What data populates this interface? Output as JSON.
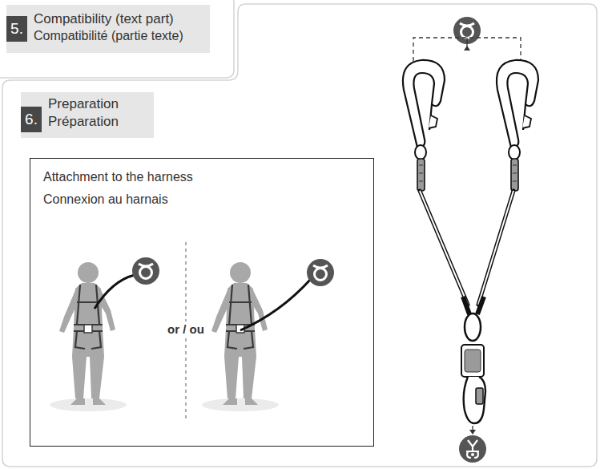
{
  "diagram": {
    "nodes": [
      {
        "text": [
          "5.",
          "Compatibility (text part)",
          "Compatibilité (partie texte)"
        ]
      },
      {
        "text": [
          "6.",
          "Preparation",
          "Préparation"
        ]
      },
      {
        "text": [
          "Attachment to the harness",
          "Connexion au harnais"
        ],
        "in": 1
      }
    ],
    "labels": [
      "or / ou"
    ]
  }
}
